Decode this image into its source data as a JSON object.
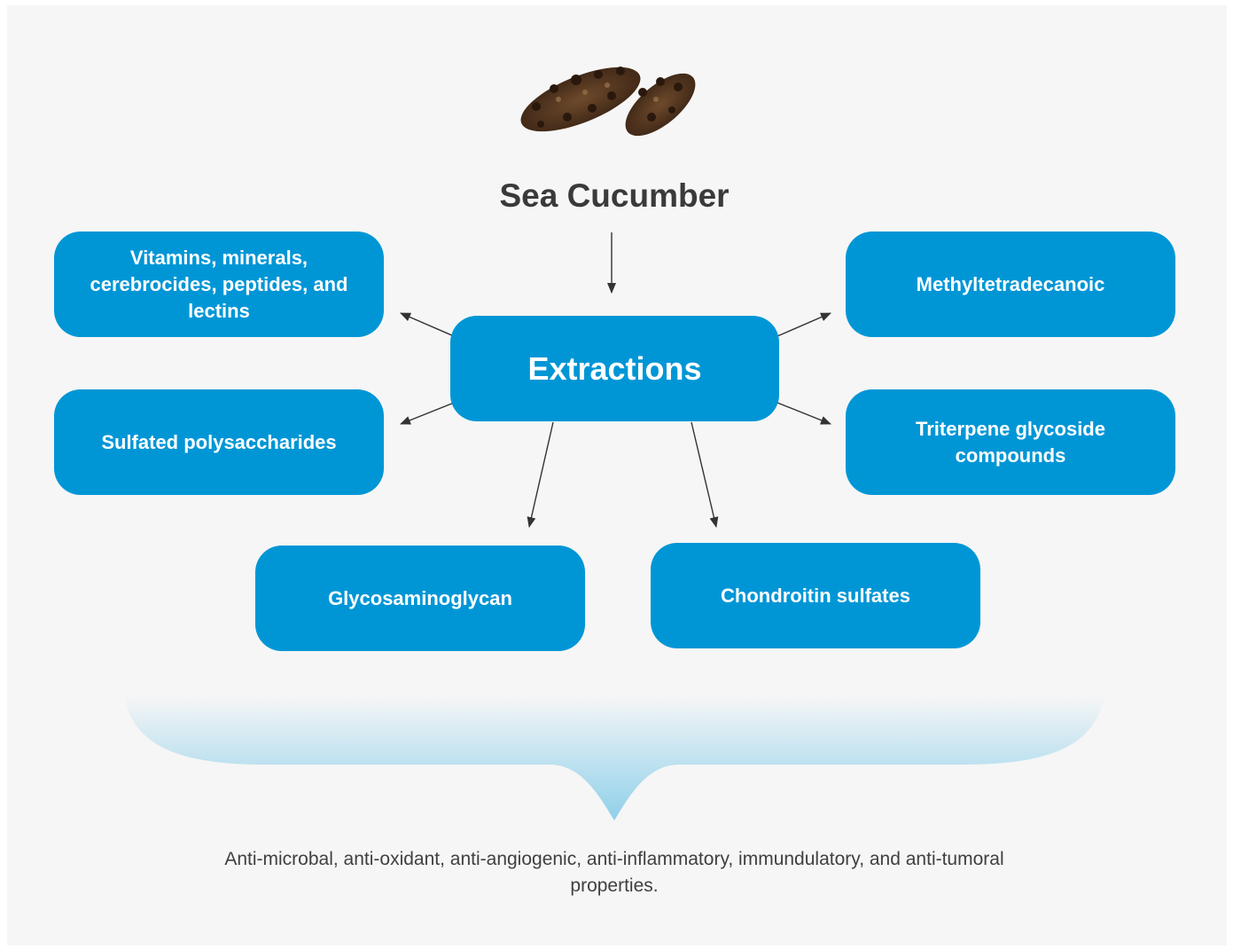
{
  "title": "Sea Cucumber",
  "center": "Extractions",
  "boxes": {
    "vitamins": "Vitamins, minerals, cerebrocides, peptides, and lectins",
    "sulfated": "Sulfated polysaccharides",
    "methyl": "Methyltetradecanoic",
    "triterpene": "Triterpene glycoside compounds",
    "glycos": "Glycosaminoglycan",
    "chondroitin": "Chondroitin sulfates"
  },
  "properties": "Anti-microbal, anti-oxidant, anti-angiogenic, anti-inflammatory, immundulatory, and anti-tumoral properties.",
  "colors": {
    "box": "#0096d6",
    "background": "#f6f6f6",
    "title": "#3a3a3a",
    "text": "#404040"
  }
}
